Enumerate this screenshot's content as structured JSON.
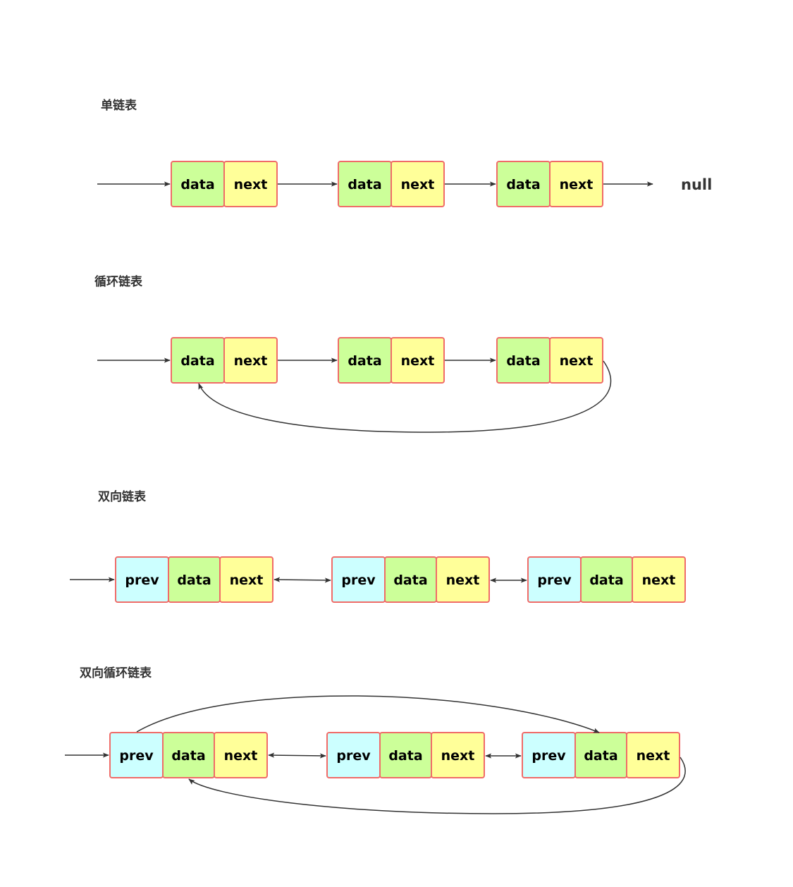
{
  "colors": {
    "prev_fill": "#ccffff",
    "data_fill": "#ccff99",
    "next_fill": "#ffff99",
    "border": "#f06b68",
    "edge": "#333333"
  },
  "diagrams": [
    {
      "title": "单链表",
      "type": "singly",
      "nodes": [
        {
          "cells": [
            "data",
            "next"
          ]
        },
        {
          "cells": [
            "data",
            "next"
          ]
        },
        {
          "cells": [
            "data",
            "next"
          ]
        }
      ],
      "terminal": "null"
    },
    {
      "title": "循环链表",
      "type": "circular",
      "nodes": [
        {
          "cells": [
            "data",
            "next"
          ]
        },
        {
          "cells": [
            "data",
            "next"
          ]
        },
        {
          "cells": [
            "data",
            "next"
          ]
        }
      ]
    },
    {
      "title": "双向链表",
      "type": "doubly",
      "nodes": [
        {
          "cells": [
            "prev",
            "data",
            "next"
          ]
        },
        {
          "cells": [
            "prev",
            "data",
            "next"
          ]
        },
        {
          "cells": [
            "prev",
            "data",
            "next"
          ]
        }
      ]
    },
    {
      "title": "双向循环链表",
      "type": "doubly-circular",
      "nodes": [
        {
          "cells": [
            "prev",
            "data",
            "next"
          ]
        },
        {
          "cells": [
            "prev",
            "data",
            "next"
          ]
        },
        {
          "cells": [
            "prev",
            "data",
            "next"
          ]
        }
      ]
    }
  ]
}
